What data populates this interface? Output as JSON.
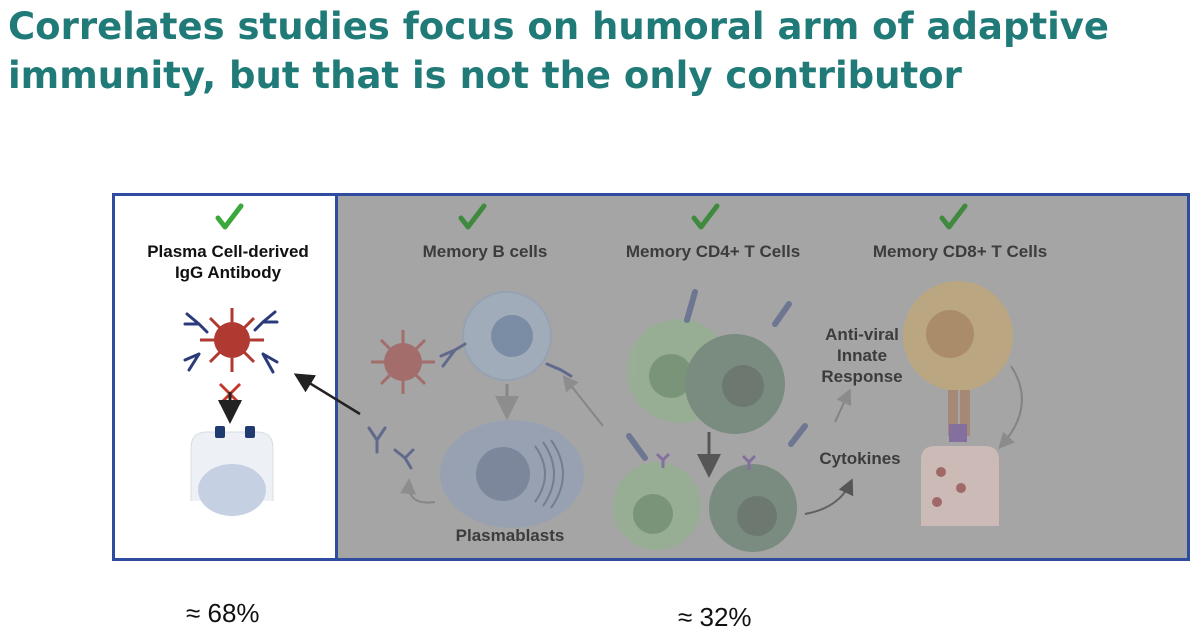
{
  "slide": {
    "title": "Correlates studies focus on humoral arm of adaptive immunity, but that is not the only contributor"
  },
  "figure": {
    "labels": {
      "plasma_line1": "Plasma Cell-derived",
      "plasma_line2": "IgG Antibody",
      "memory_b": "Memory B cells",
      "memory_cd4": "Memory CD4+ T Cells",
      "memory_cd8": "Memory CD8+ T Cells",
      "antiviral_line1": "Anti-viral",
      "antiviral_line2": "Innate",
      "antiviral_line3": "Response",
      "cytokines": "Cytokines",
      "plasmablasts": "Plasmablasts"
    },
    "colors": {
      "check": "#3aa83a",
      "border": "#2e4da0",
      "shade": "#a5a5a5",
      "virus": "#b03a32",
      "b_cell": "#9fb2cc",
      "t_cell_light": "#8fb58c",
      "t_cell_dark": "#5e7a66",
      "cd8_cell": "#c9a86a"
    }
  },
  "percentages": {
    "left": "≈ 68%",
    "right": "≈ 32%"
  }
}
